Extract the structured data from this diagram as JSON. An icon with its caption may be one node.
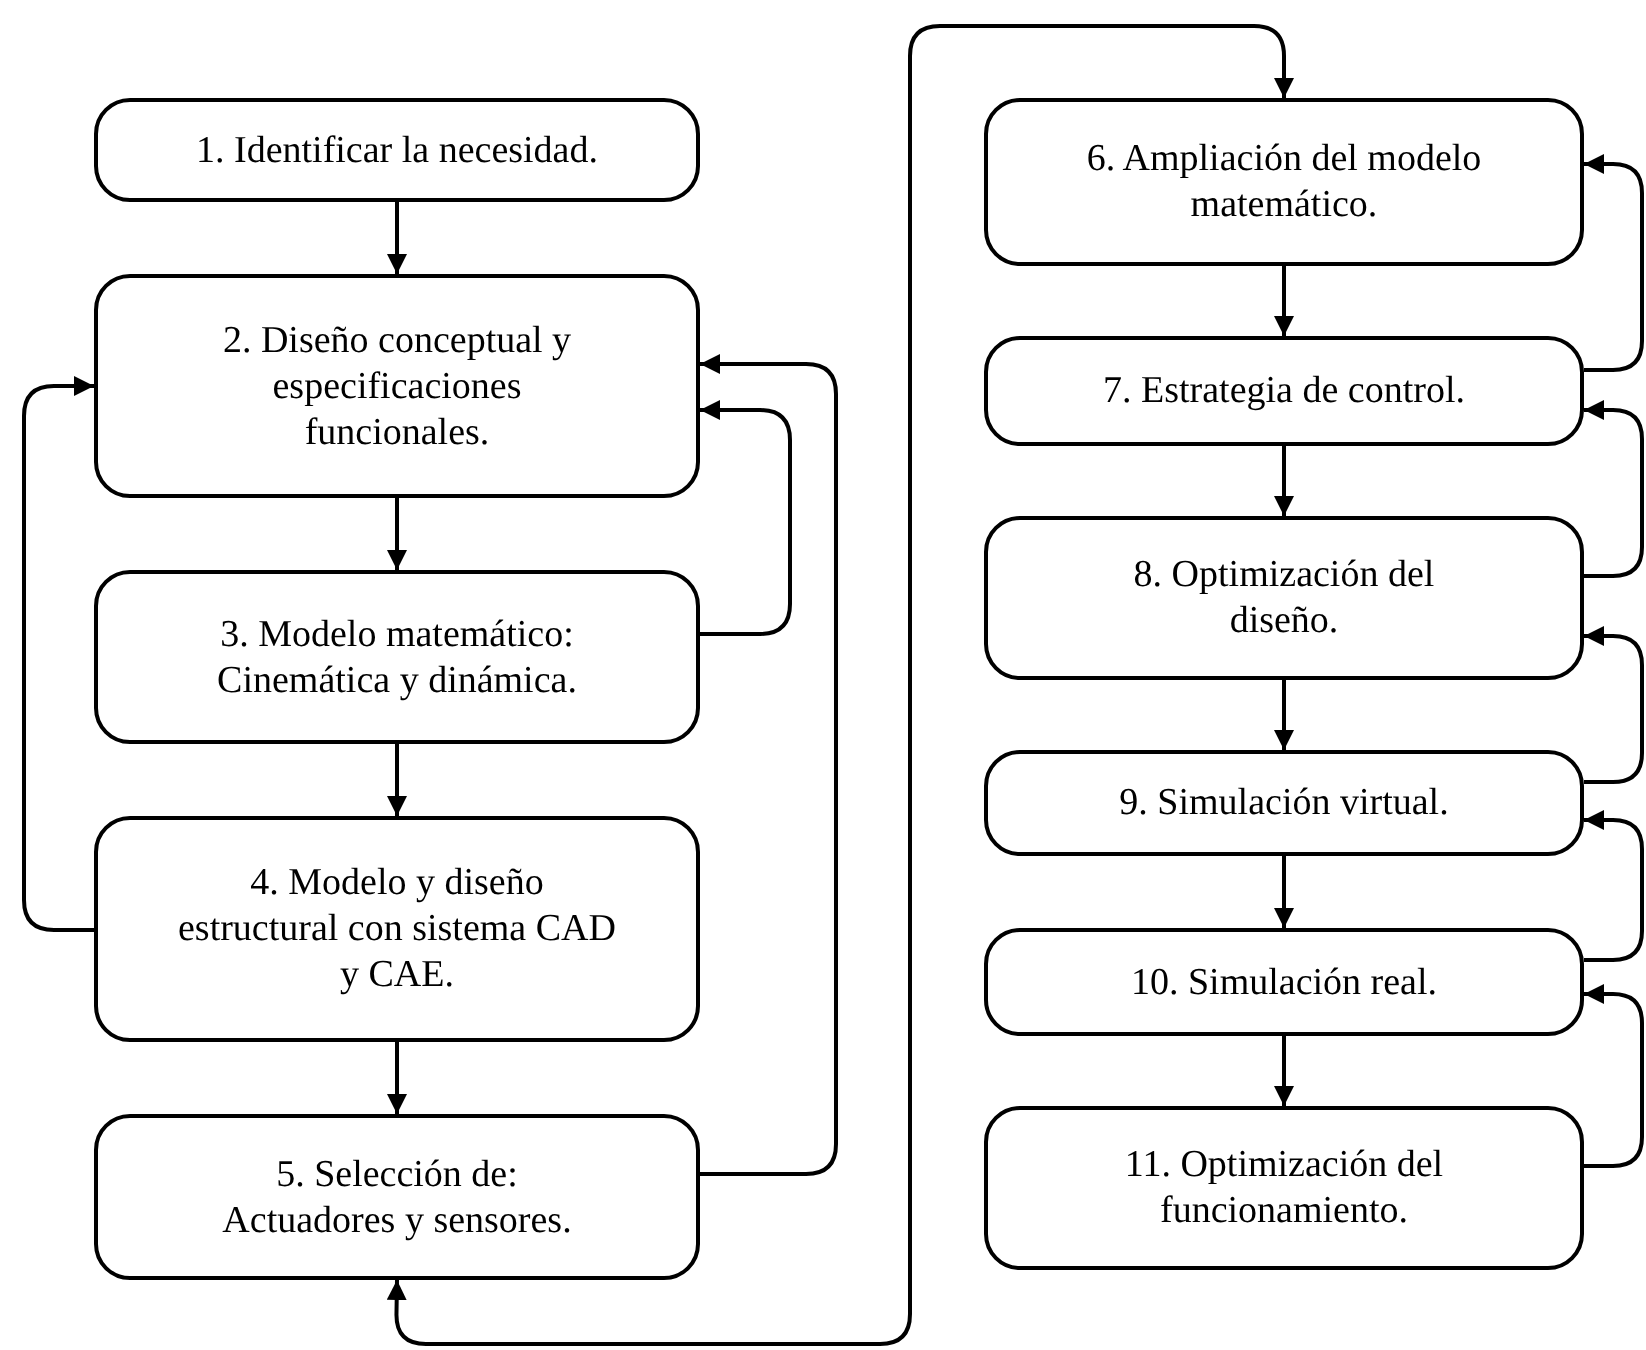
{
  "diagram": {
    "nodes": [
      {
        "text": [
          "1. Identificar la necesidad."
        ]
      },
      {
        "text": [
          "2. Diseño conceptual y especificaciones funcionales."
        ]
      },
      {
        "text": [
          "3. Modelo matemático: Cinemática y dinámica."
        ]
      },
      {
        "text": [
          "4. Modelo y diseño estructural con sistema CAD y CAE."
        ]
      },
      {
        "text": [
          "5. Selección de: Actuadores y sensores."
        ]
      },
      {
        "text": [
          "6. Ampliación del modelo matemático."
        ]
      },
      {
        "text": [
          "7. Estrategia de control."
        ]
      },
      {
        "text": [
          "8. Optimización del diseño."
        ]
      },
      {
        "text": [
          "9. Simulación virtual."
        ]
      },
      {
        "text": [
          "10. Simulación real."
        ]
      },
      {
        "text": [
          "11. Optimización del funcionamiento."
        ]
      }
    ],
    "edges": [
      {
        "from": 0,
        "to": 1,
        "arrow": "to"
      },
      {
        "from": 1,
        "to": 2,
        "arrow": "to"
      },
      {
        "from": 2,
        "to": 3,
        "arrow": "to"
      },
      {
        "from": 3,
        "to": 4,
        "arrow": "to"
      },
      {
        "from": 2,
        "to": 1,
        "arrow": "to"
      },
      {
        "from": 3,
        "to": 1,
        "arrow": "to"
      },
      {
        "from": 4,
        "to": 1,
        "arrow": "to"
      },
      {
        "from": 4,
        "to": 5,
        "arrow": "both"
      },
      {
        "from": 5,
        "to": 6,
        "arrow": "to"
      },
      {
        "from": 6,
        "to": 7,
        "arrow": "to"
      },
      {
        "from": 7,
        "to": 8,
        "arrow": "to"
      },
      {
        "from": 8,
        "to": 9,
        "arrow": "to"
      },
      {
        "from": 9,
        "to": 10,
        "arrow": "to"
      },
      {
        "from": 6,
        "to": 5,
        "arrow": "to"
      },
      {
        "from": 7,
        "to": 6,
        "arrow": "to"
      },
      {
        "from": 8,
        "to": 7,
        "arrow": "to"
      },
      {
        "from": 9,
        "to": 8,
        "arrow": "to"
      },
      {
        "from": 10,
        "to": 9,
        "arrow": "to"
      }
    ]
  }
}
